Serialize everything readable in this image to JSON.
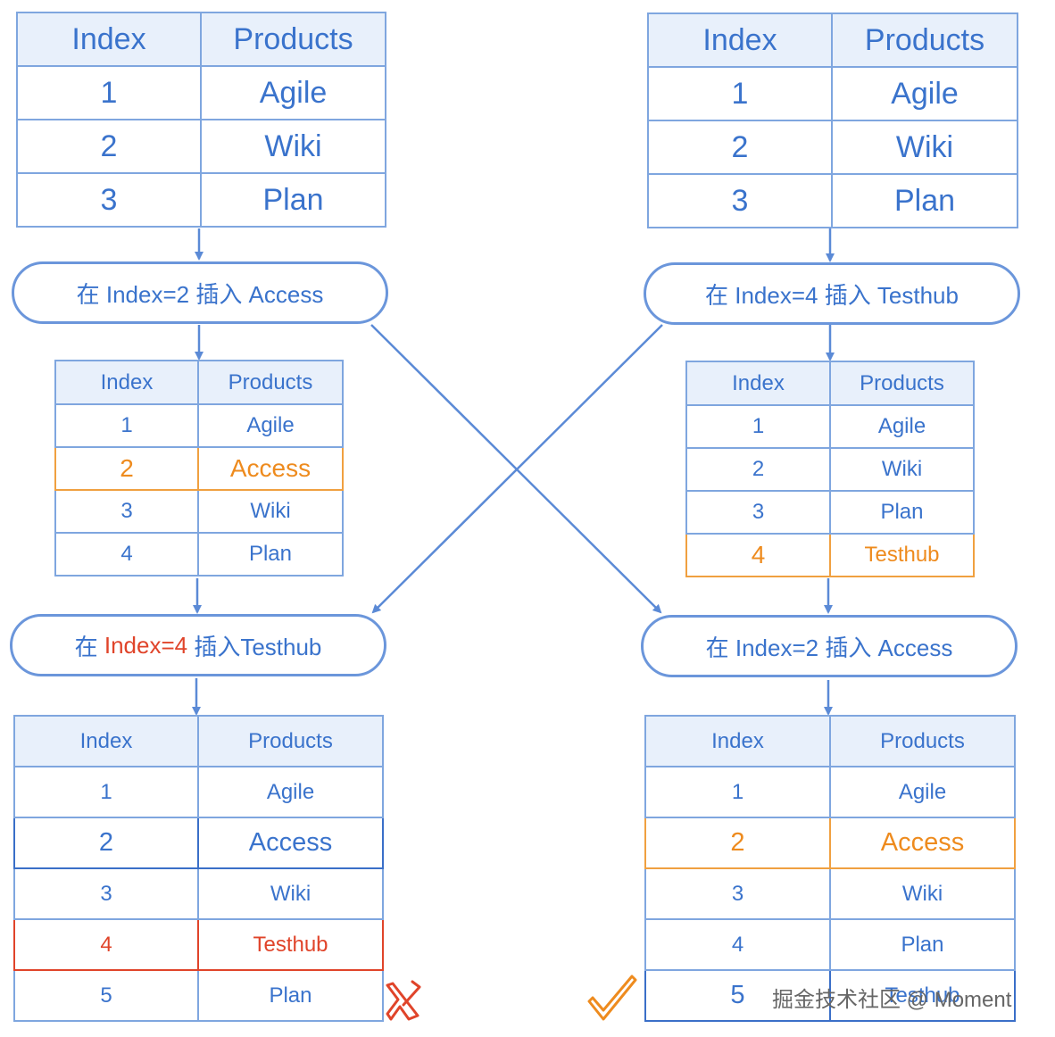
{
  "tables": {
    "left_top": {
      "header": [
        "Index",
        "Products"
      ],
      "rows": [
        [
          "1",
          "Agile"
        ],
        [
          "2",
          "Wiki"
        ],
        [
          "3",
          "Plan"
        ]
      ]
    },
    "left_mid": {
      "header": [
        "Index",
        "Products"
      ],
      "rows": [
        [
          "1",
          "Agile"
        ],
        [
          "2",
          "Access"
        ],
        [
          "3",
          "Wiki"
        ],
        [
          "4",
          "Plan"
        ]
      ]
    },
    "left_bottom": {
      "header": [
        "Index",
        "Products"
      ],
      "rows": [
        [
          "1",
          "Agile"
        ],
        [
          "2",
          "Access"
        ],
        [
          "3",
          "Wiki"
        ],
        [
          "4",
          "Testhub"
        ],
        [
          "5",
          "Plan"
        ]
      ]
    },
    "right_top": {
      "header": [
        "Index",
        "Products"
      ],
      "rows": [
        [
          "1",
          "Agile"
        ],
        [
          "2",
          "Wiki"
        ],
        [
          "3",
          "Plan"
        ]
      ]
    },
    "right_mid": {
      "header": [
        "Index",
        "Products"
      ],
      "rows": [
        [
          "1",
          "Agile"
        ],
        [
          "2",
          "Wiki"
        ],
        [
          "3",
          "Plan"
        ],
        [
          "4",
          "Testhub"
        ]
      ]
    },
    "right_bottom": {
      "header": [
        "Index",
        "Products"
      ],
      "rows": [
        [
          "1",
          "Agile"
        ],
        [
          "2",
          "Access"
        ],
        [
          "3",
          "Wiki"
        ],
        [
          "4",
          "Plan"
        ],
        [
          "5",
          "Testhub"
        ]
      ]
    }
  },
  "steps": {
    "left_step1": "在 Index=2 插入 Access",
    "left_step2_prefix": "在 ",
    "left_step2_highlight": "Index=4",
    "left_step2_suffix": " 插入Testhub",
    "right_step1": "在 Index=4 插入 Testhub",
    "right_step2": "在 Index=2 插入 Access"
  },
  "marks": {
    "left_result": "wrong-cross-icon",
    "right_result": "check-mark-icon"
  },
  "watermark": "掘金技术社区 @ Moment",
  "colors": {
    "blue": "#3a73cc",
    "border": "#7fa6df",
    "header_bg": "#e8f0fb",
    "orange": "#ee8b1e",
    "red": "#e0442a"
  }
}
